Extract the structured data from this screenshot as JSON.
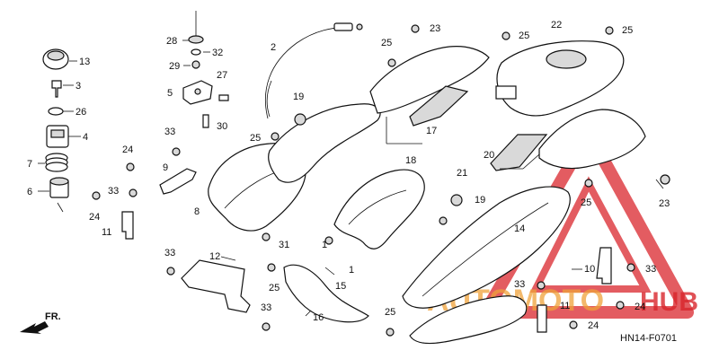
{
  "diagram": {
    "code": "HN14-F0701",
    "direction_label": "FR.",
    "watermark": {
      "text_a": "AUTOMOTO",
      "text_b": "HUB",
      "color_red": "#d9262c",
      "color_orange": "#f0a23a"
    },
    "callouts": [
      {
        "id": "c28",
        "label": "28"
      },
      {
        "id": "c32",
        "label": "32"
      },
      {
        "id": "c29",
        "label": "29"
      },
      {
        "id": "c2",
        "label": "2"
      },
      {
        "id": "c27",
        "label": "27"
      },
      {
        "id": "c5",
        "label": "5"
      },
      {
        "id": "c30",
        "label": "30"
      },
      {
        "id": "c13",
        "label": "13"
      },
      {
        "id": "c3",
        "label": "3"
      },
      {
        "id": "c26",
        "label": "26"
      },
      {
        "id": "c4",
        "label": "4"
      },
      {
        "id": "c7",
        "label": "7"
      },
      {
        "id": "c6",
        "label": "6"
      },
      {
        "id": "c33a",
        "label": "33"
      },
      {
        "id": "c24a",
        "label": "24"
      },
      {
        "id": "c9",
        "label": "9"
      },
      {
        "id": "c33b",
        "label": "33"
      },
      {
        "id": "c24b",
        "label": "24"
      },
      {
        "id": "c11",
        "label": "11"
      },
      {
        "id": "c8",
        "label": "8"
      },
      {
        "id": "c25a",
        "label": "25"
      },
      {
        "id": "c19a",
        "label": "19"
      },
      {
        "id": "c31",
        "label": "31"
      },
      {
        "id": "c23a",
        "label": "23"
      },
      {
        "id": "c25b",
        "label": "25"
      },
      {
        "id": "c17",
        "label": "17"
      },
      {
        "id": "c18",
        "label": "18"
      },
      {
        "id": "c22",
        "label": "22"
      },
      {
        "id": "c25c",
        "label": "25"
      },
      {
        "id": "c25d",
        "label": "25"
      },
      {
        "id": "c21",
        "label": "21"
      },
      {
        "id": "c20",
        "label": "20"
      },
      {
        "id": "c23b",
        "label": "23"
      },
      {
        "id": "c25e",
        "label": "25"
      },
      {
        "id": "c19b",
        "label": "19"
      },
      {
        "id": "c14",
        "label": "14"
      },
      {
        "id": "c12",
        "label": "12"
      },
      {
        "id": "c33c",
        "label": "33"
      },
      {
        "id": "c25f",
        "label": "25"
      },
      {
        "id": "c1a",
        "label": "1"
      },
      {
        "id": "c1b",
        "label": "1"
      },
      {
        "id": "c15",
        "label": "15"
      },
      {
        "id": "c16",
        "label": "16"
      },
      {
        "id": "c33d",
        "label": "33"
      },
      {
        "id": "c25g",
        "label": "25"
      },
      {
        "id": "c10",
        "label": "10"
      },
      {
        "id": "c33e",
        "label": "33"
      },
      {
        "id": "c33f",
        "label": "33"
      },
      {
        "id": "c24c",
        "label": "24"
      },
      {
        "id": "c11b",
        "label": "11"
      },
      {
        "id": "c24d",
        "label": "24"
      }
    ]
  }
}
